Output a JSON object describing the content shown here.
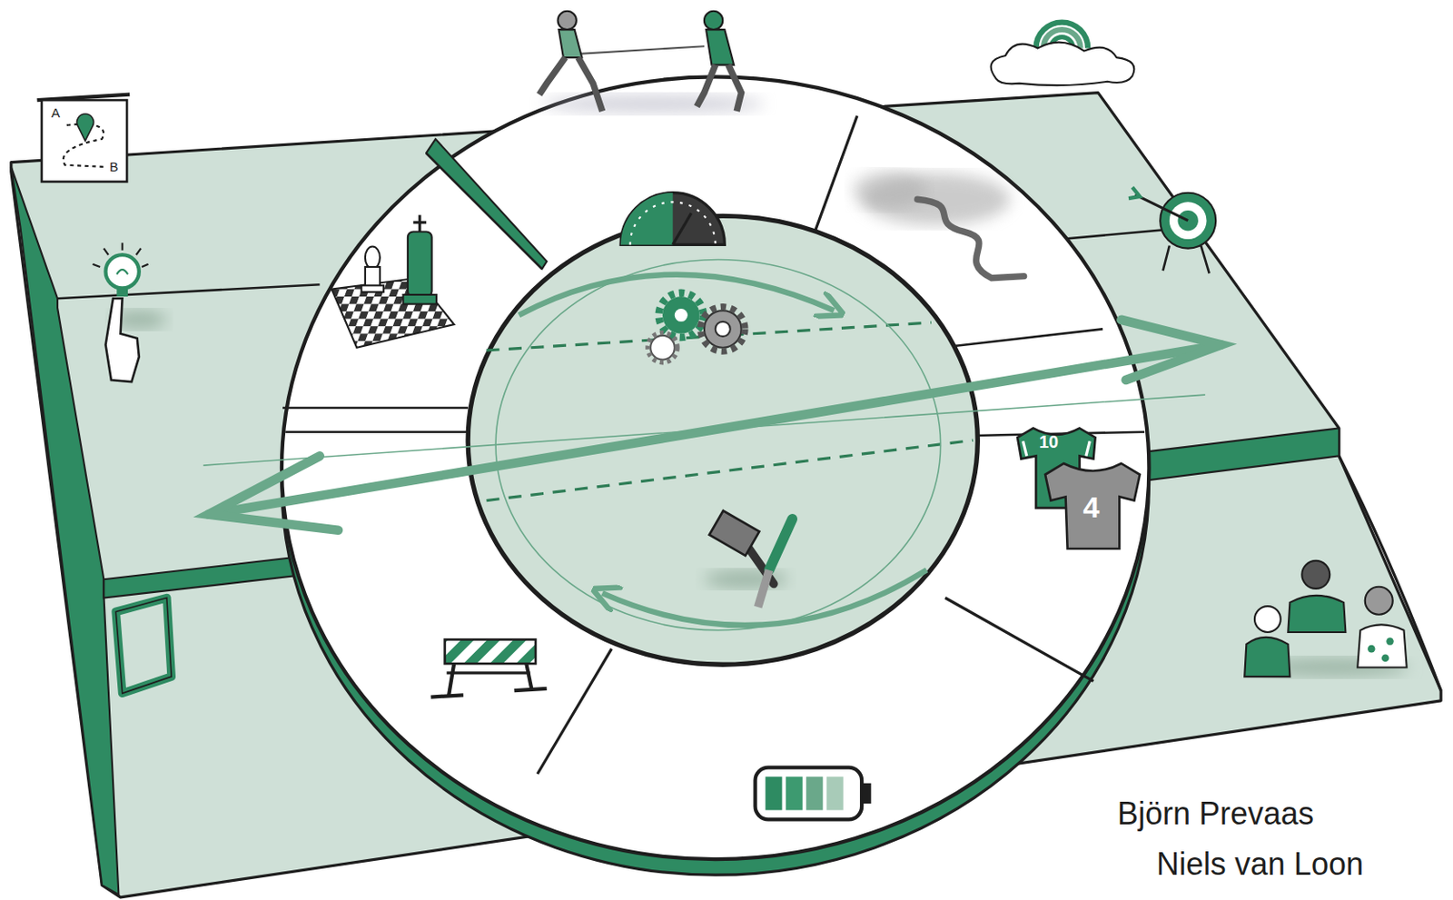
{
  "diagram": {
    "labels": [
      "A",
      "B",
      "10",
      "4",
      "Björn Prevaas",
      "Niels van Loon"
    ]
  }
}
